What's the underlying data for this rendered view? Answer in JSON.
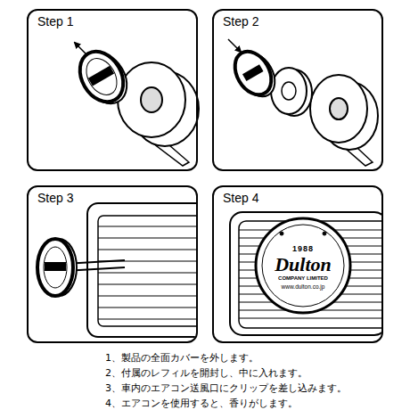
{
  "diagram": {
    "nodes": [
      {
        "text": [
          "Step 1"
        ]
      },
      {
        "text": [
          "Step 2"
        ]
      },
      {
        "text": [
          "Step 3"
        ]
      },
      {
        "text": [
          "Step 4"
        ]
      },
      {
        "text": [
          "1988",
          "Dulton",
          "COMPANY LIMITED",
          "www.dulton.co.jp"
        ],
        "in": 3
      }
    ],
    "edges": [],
    "labels": [
      "1、製品の全面カバーを外します。",
      "2、付属のレフィルを開封し、中に入れます。",
      "3、車内のエアコン送風口にクリップを差し込みます。",
      "4、エアコンを使用すると、香りがします。"
    ]
  }
}
